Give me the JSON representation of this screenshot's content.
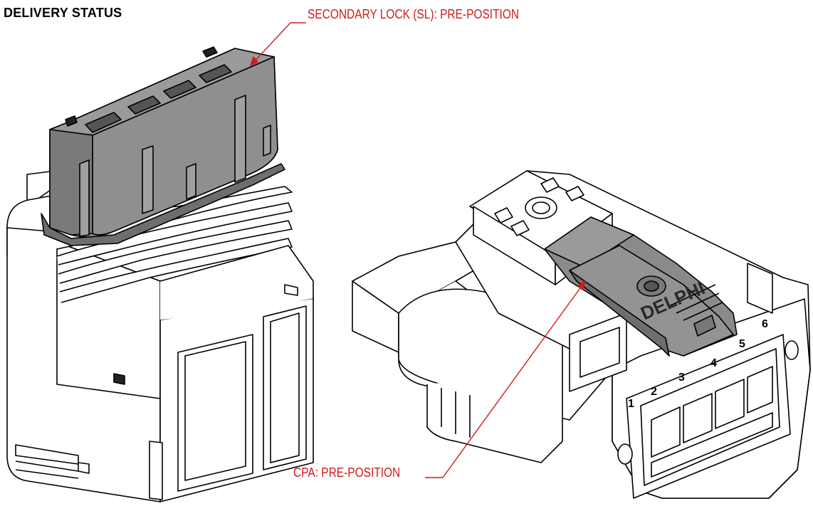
{
  "title": "DELIVERY STATUS",
  "callouts": {
    "secondary_lock": "SECONDARY LOCK (SL): PRE-POSITION",
    "cpa": "CPA: PRE-POSITION"
  },
  "parts": {
    "brand_mark": "DELPHI",
    "cavity_numbers": [
      "1",
      "2",
      "3",
      "4",
      "5",
      "6"
    ]
  },
  "colors": {
    "callout_red": "#d11a1a",
    "highlight_gray": "#8a8a8a",
    "outline": "#000000",
    "body_fill": "#ffffff"
  }
}
